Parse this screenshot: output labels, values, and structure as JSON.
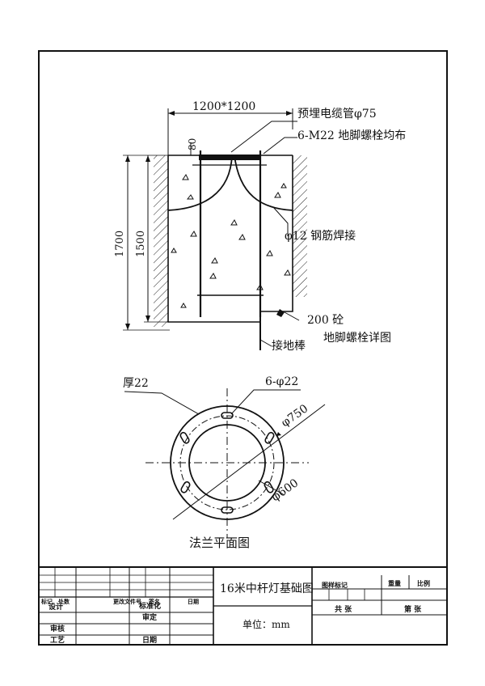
{
  "foundation": {
    "top_size": "1200*1200",
    "dim_80": "80",
    "dim_1700": "1700",
    "dim_1500": "1500",
    "cable_pipe": "预埋电缆管φ75",
    "anchor_bolts": "6-M22 地脚螺栓均布",
    "rebar_weld": "φ12 钢筋焊接",
    "gravel": "200 砼",
    "ground_rod": "接地棒",
    "bolt_detail": "地脚螺栓详图"
  },
  "flange": {
    "thickness": "厚22",
    "holes": "6-φ22",
    "outer_dia": "φ750",
    "inner_dia": "φ600",
    "title": "法兰平面图"
  },
  "title_block": {
    "drawing_title": "16米中杆灯基础图",
    "unit": "单位：mm",
    "design": "设计",
    "standardize": "标准化",
    "review": "审核",
    "check": "审定",
    "process": "工艺",
    "date": "日期",
    "mark": "图样标记",
    "weight": "重量",
    "scale": "比例",
    "total": "共  张",
    "sheet": "第  张",
    "small1": "标记",
    "small2": "处数",
    "small3": "更改文件号",
    "small4": "签名",
    "small5": "日期"
  }
}
